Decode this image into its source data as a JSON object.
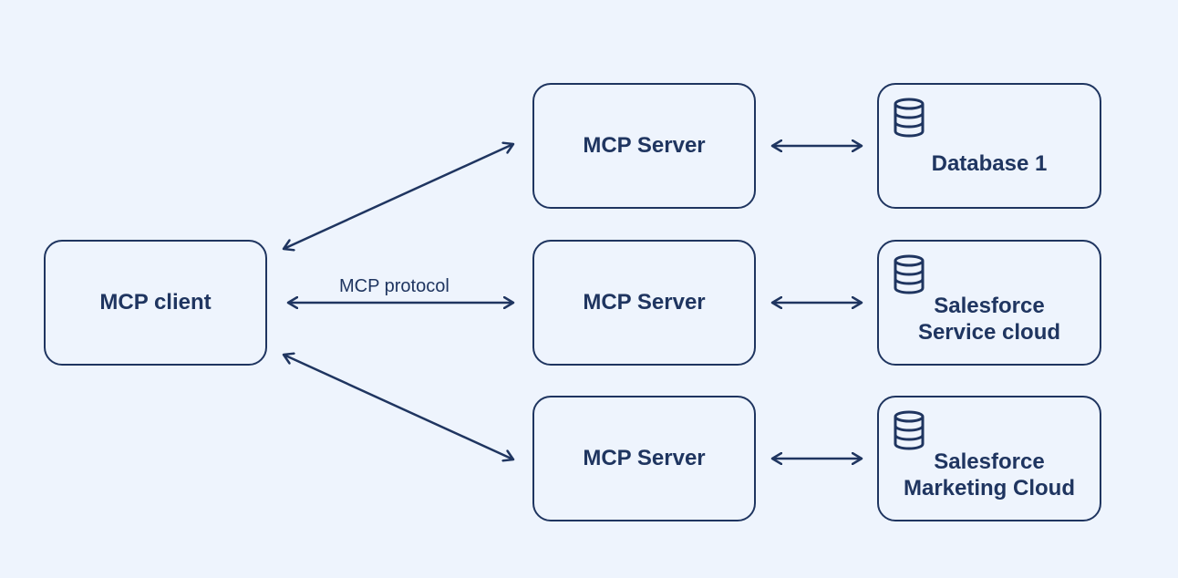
{
  "diagram": {
    "client": {
      "label": "MCP client"
    },
    "protocol_label": "MCP protocol",
    "servers": [
      {
        "label": "MCP Server"
      },
      {
        "label": "MCP Server"
      },
      {
        "label": "MCP Server"
      }
    ],
    "resources": [
      {
        "line1": "Database 1",
        "line2": "",
        "icon": "database-icon"
      },
      {
        "line1": "Salesforce",
        "line2": "Service cloud",
        "icon": "database-icon"
      },
      {
        "line1": "Salesforce",
        "line2": "Marketing Cloud",
        "icon": "database-icon"
      }
    ],
    "colors": {
      "background": "#eef4fd",
      "stroke": "#1f3560"
    }
  }
}
